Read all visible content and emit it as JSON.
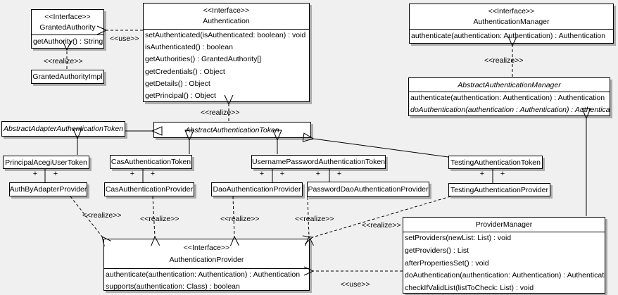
{
  "labels": {
    "use": "<<use>>",
    "realize": "<<realize>>",
    "plus": "+"
  },
  "colors": {
    "background": "#f0f0f0",
    "box_fill": "#ffffff",
    "border": "#000000",
    "shadow": "#a8a8a8"
  },
  "classes": {
    "granted_authority": {
      "stereotype": "<<Interface>>",
      "name": "GrantedAuthority",
      "methods": [
        "getAuthority() : String"
      ]
    },
    "granted_authority_impl": {
      "name": "GrantedAuthorityImpl"
    },
    "authentication": {
      "stereotype": "<<Interface>>",
      "name": "Authentication",
      "methods": [
        "setAuthenticated(isAuthenticated: boolean) : void",
        "isAuthenticated() : boolean",
        "getAuthorities() : GrantedAuthority[]",
        "getCredentials() : Object",
        "getDetails() : Object",
        "getPrincipal() : Object"
      ]
    },
    "authentication_manager": {
      "stereotype": "<<Interface>>",
      "name": "AuthenticationManager",
      "methods": [
        "authenticate(authentication: Authentication) : Authentication"
      ]
    },
    "abstract_authentication_manager": {
      "name": "AbstractAuthenticationManager",
      "methods": [
        "authenticate(authentication: Authentication) : Authentication",
        "doAuthentication(authentication : Authentication) : Authentication"
      ]
    },
    "abstract_adapter_authentication_token": {
      "name": "AbstractAdapterAuthenticationToken"
    },
    "abstract_authentication_token": {
      "name": "AbstractAuthenticationToken"
    },
    "principal_acegi_user_token": {
      "name": "PrincipalAcegiUserToken"
    },
    "cas_authentication_token": {
      "name": "CasAuthenticationToken"
    },
    "username_password_authentication_token": {
      "name": "UsernamePasswordAuthenticationToken"
    },
    "testing_authentication_token": {
      "name": "TestingAuthenticationToken"
    },
    "auth_by_adapter_provider": {
      "name": "AuthByAdapterProvider"
    },
    "cas_authentication_provider": {
      "name": "CasAuthenticationProvider"
    },
    "dao_authentication_provider": {
      "name": "DaoAuthenticationProvider"
    },
    "password_dao_authentication_provider": {
      "name": "PasswordDaoAuthenticationProvider"
    },
    "testing_authentication_provider": {
      "name": "TestingAuthenticationProvider"
    },
    "authentication_provider": {
      "stereotype": "<<Interface>>",
      "name": "AuthenticationProvider",
      "methods": [
        "authenticate(authentication: Authentication) : Authentication",
        "supports(authentication: Class) : boolean"
      ]
    },
    "provider_manager": {
      "name": "ProviderManager",
      "methods": [
        "setProviders(newList: List) : void",
        "getProviders() : List",
        "afterPropertiesSet() : void",
        "doAuthentication(authentication: Authentication) : Authentication",
        "checkIfValidList(listToCheck: List) : void"
      ]
    }
  }
}
